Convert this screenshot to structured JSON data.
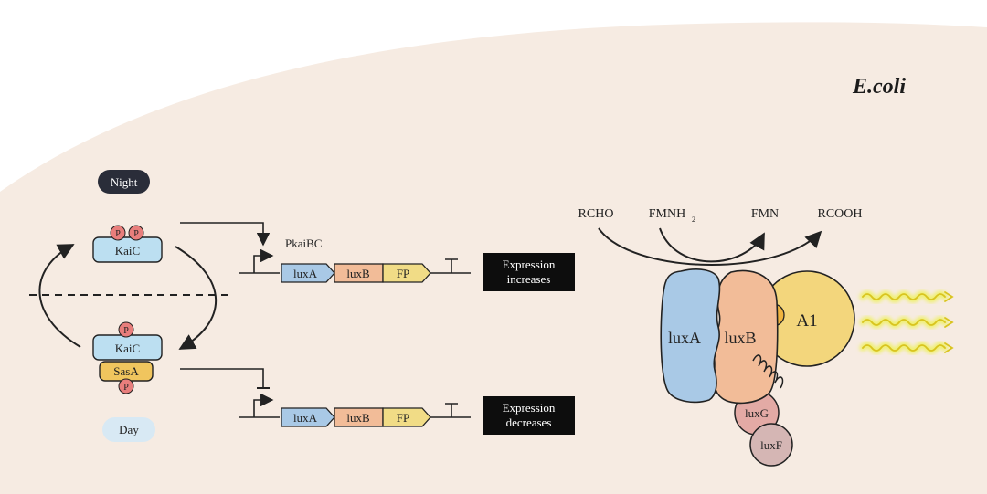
{
  "organism": "E.coli",
  "states": {
    "night": "Night",
    "day": "Day"
  },
  "clock": {
    "top_protein": "KaiC",
    "bottom_protein": "KaiC",
    "partner": "SasA",
    "phospho": "P"
  },
  "promoter": "PkaiBC",
  "operon": {
    "genes": [
      "luxA",
      "luxB",
      "FP"
    ]
  },
  "outcomes": {
    "increase": [
      "Expression",
      "increases"
    ],
    "decrease": [
      "Expression",
      "decreases"
    ]
  },
  "reaction": {
    "substrates": [
      "RCHO",
      "FMNH",
      "FMN",
      "RCOOH"
    ],
    "fmnh_subscript": "2"
  },
  "enzyme": {
    "luxA": "luxA",
    "luxB": "luxB",
    "a1": "A1",
    "luxG": "luxG",
    "luxF": "luxF"
  },
  "colors": {
    "cell": "#f6ebe2",
    "luxA": "#a9c9e6",
    "luxB": "#f2bc98",
    "fp": "#f1dc86",
    "kaic": "#bcdff1",
    "sasa": "#f0c55e",
    "phospho": "#e87e7c",
    "a1": "#f3d67c",
    "luxG": "#e3aaa5",
    "luxF": "#d5b6b4",
    "night_pill": "#2a2d39",
    "day_pill": "#d8e9f4",
    "light": "#eff06a"
  }
}
